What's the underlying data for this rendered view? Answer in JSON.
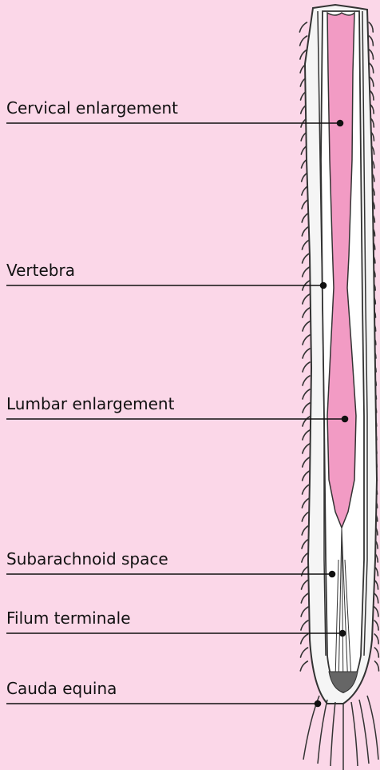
{
  "diagram": {
    "labels": [
      {
        "key": "cervical",
        "text": "Cervical enlargement"
      },
      {
        "key": "vertebra",
        "text": "Vertebra"
      },
      {
        "key": "lumbar",
        "text": "Lumbar enlargement"
      },
      {
        "key": "subarachnoid",
        "text": "Subarachnoid space"
      },
      {
        "key": "filum",
        "text": "Filum terminale"
      },
      {
        "key": "cauda",
        "text": "Cauda equina"
      }
    ]
  },
  "colors": {
    "background": "#fbd7e8",
    "spinal_cord": "#f29bc4",
    "outline": "#333333",
    "canal_fill": "#ffffff",
    "bone_fill": "#f5f5f5"
  }
}
